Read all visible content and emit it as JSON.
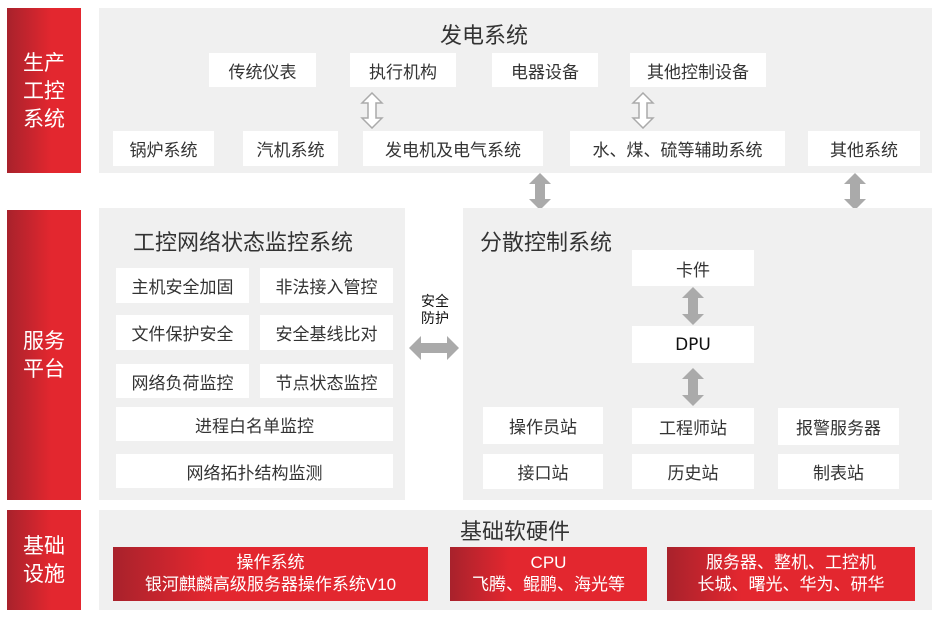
{
  "layers": {
    "production": "生产\n工控\n系统",
    "service": "服务\n平台",
    "infra": "基础\n设施"
  },
  "power": {
    "title": "发电系统",
    "row1": [
      "传统仪表",
      "执行机构",
      "电器设备",
      "其他控制设备"
    ],
    "row2": [
      "锅炉系统",
      "汽机系统",
      "发电机及电气系统",
      "水、煤、硫等辅助系统",
      "其他系统"
    ]
  },
  "monitor": {
    "title": "工控网络状态监控系统",
    "grid": [
      "主机安全加固",
      "非法接入管控",
      "文件保护安全",
      "安全基线比对",
      "网络负荷监控",
      "节点状态监控"
    ],
    "wide": [
      "进程白名单监控",
      "网络拓扑结构监测"
    ]
  },
  "security": {
    "label": "安全\n防护"
  },
  "dcs": {
    "title": "分散控制系统",
    "card": "卡件",
    "dpu": "DPU",
    "stations": [
      "操作员站",
      "工程师站",
      "报警服务器",
      "接口站",
      "历史站",
      "制表站"
    ]
  },
  "infra": {
    "title": "基础软硬件",
    "items": [
      {
        "line1": "操作系统",
        "line2": "银河麒麟高级服务器操作系统V10"
      },
      {
        "line1": "CPU",
        "line2": "飞腾、鲲鹏、海光等"
      },
      {
        "line1": "服务器、整机、工控机",
        "line2": "长城、曙光、华为、研华"
      }
    ]
  }
}
